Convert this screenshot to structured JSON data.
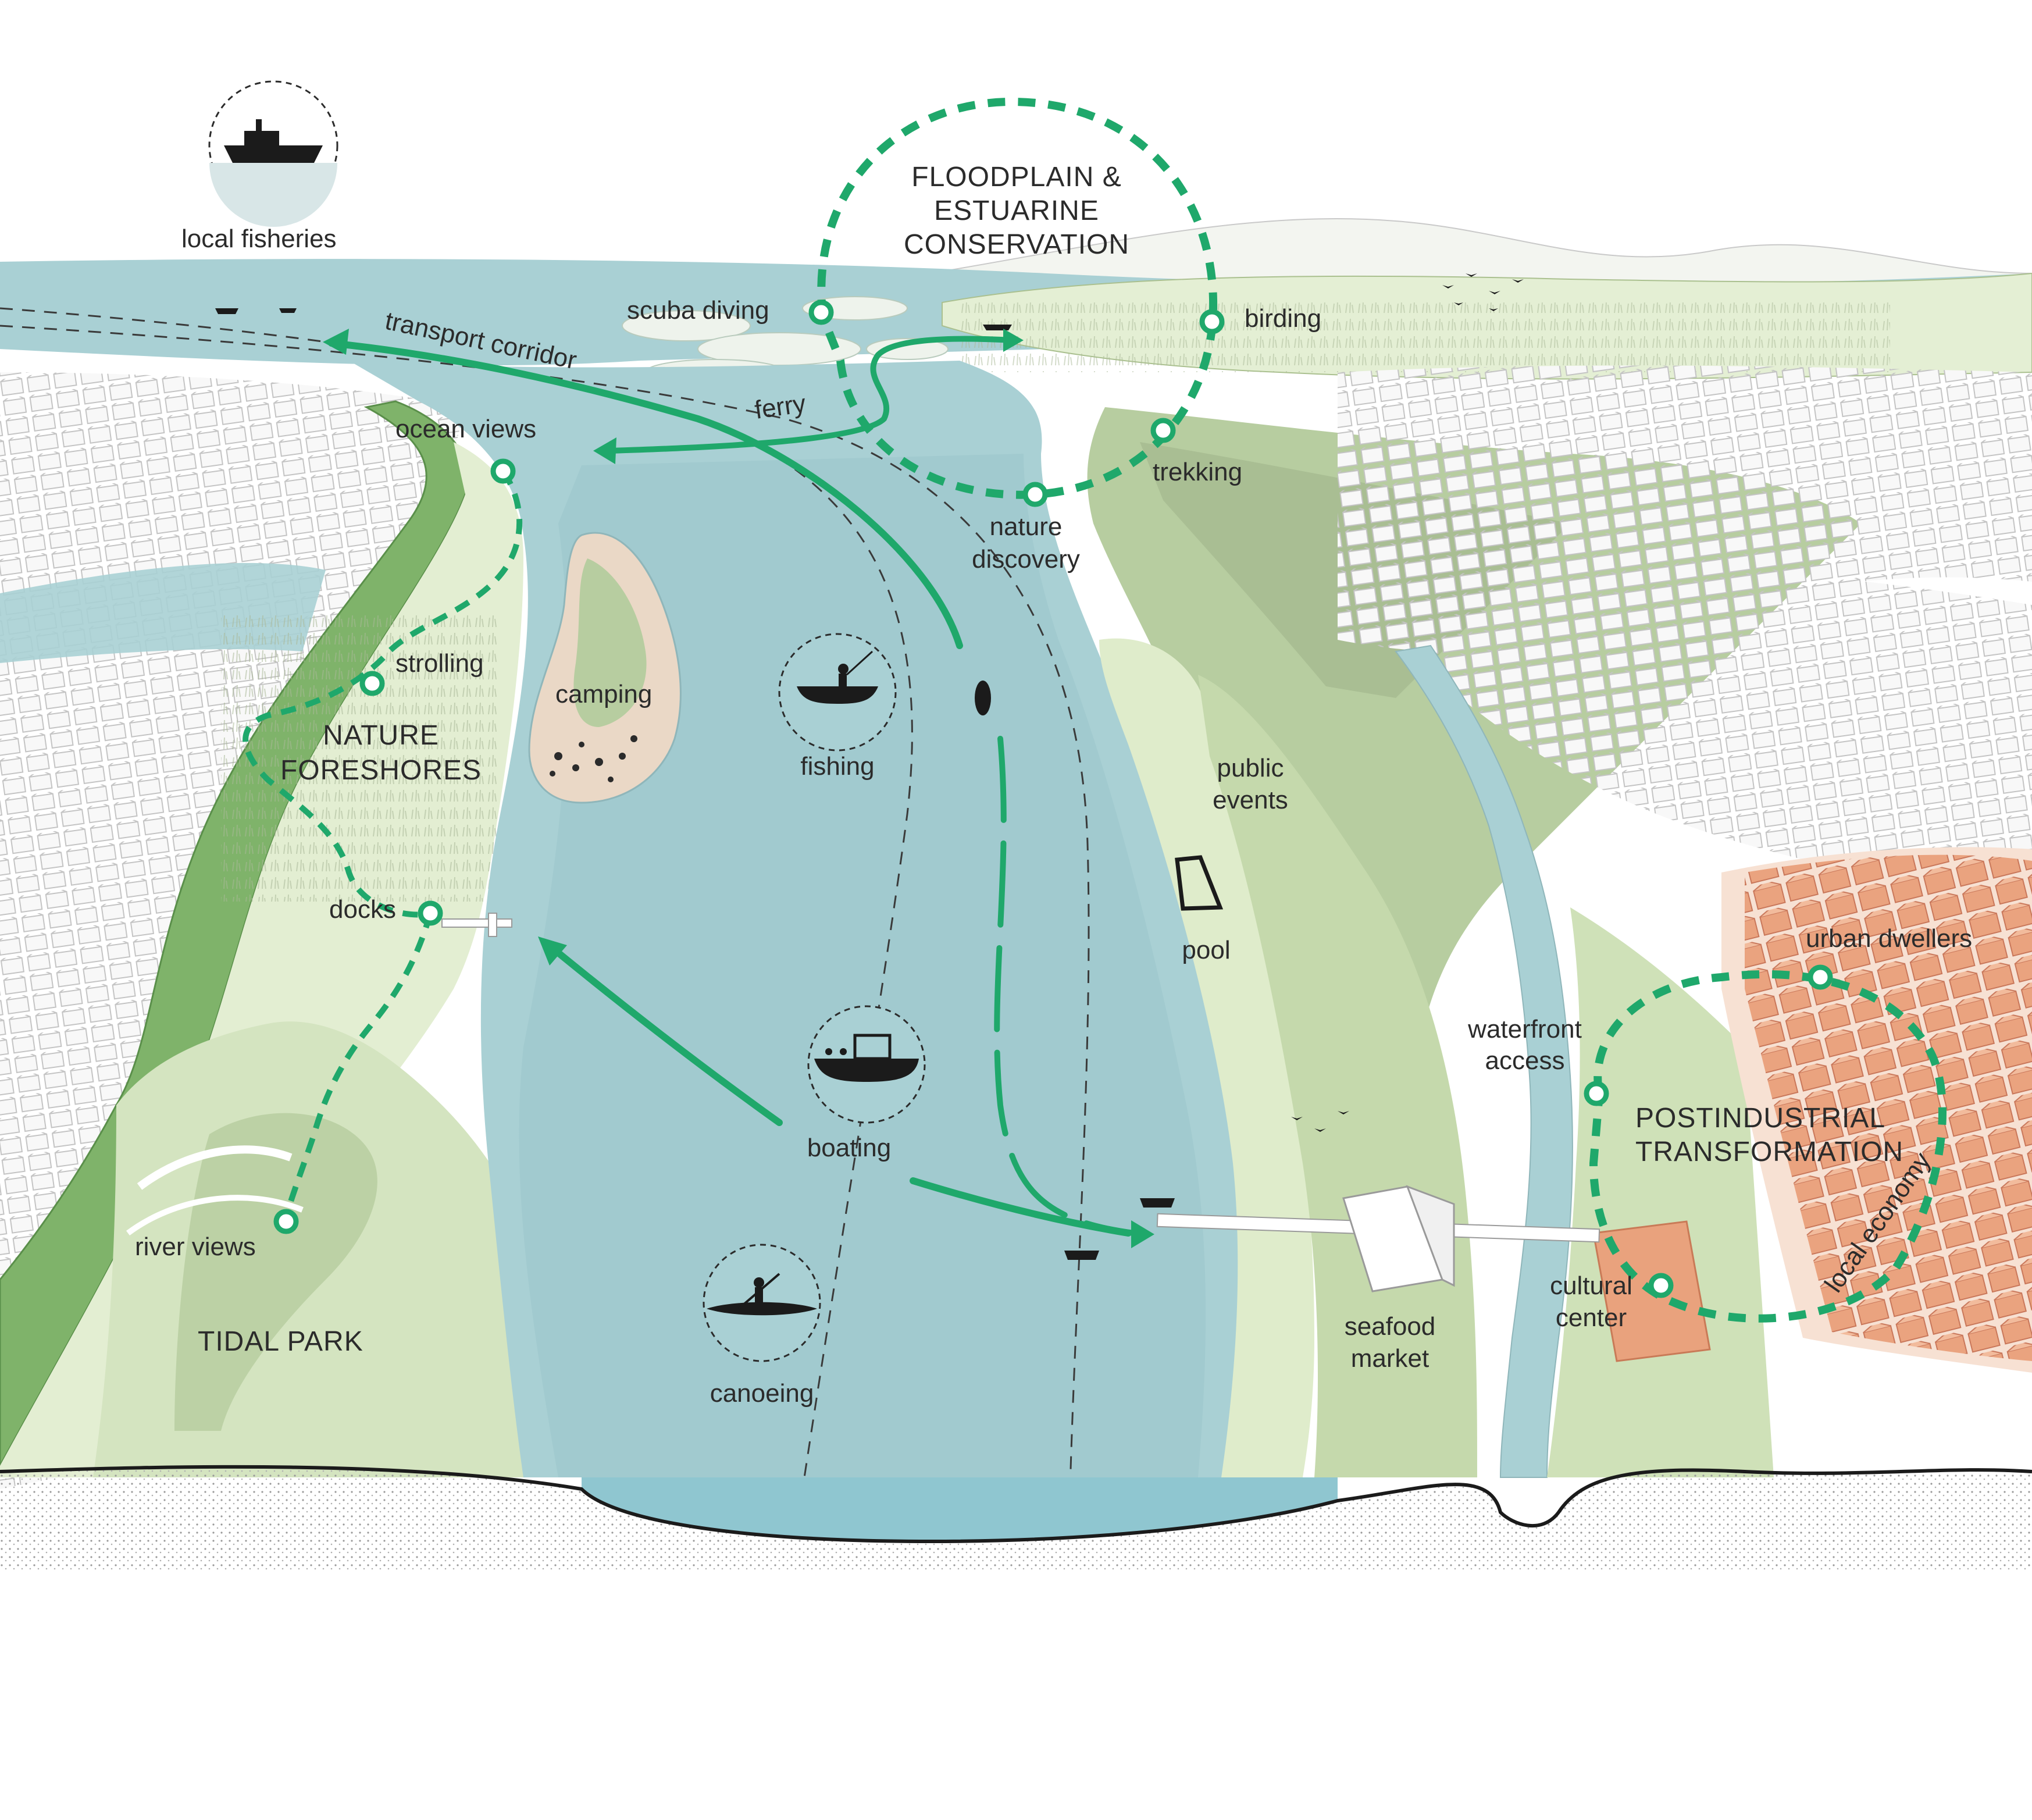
{
  "colors": {
    "route": "#1fa86b",
    "water": "#a9d0d4",
    "water_deep": "#8fc0c6",
    "land_light": "#e3eed2",
    "land_mid": "#c8dcae",
    "land_dark": "#9fb98c",
    "urban": "#e9a27d",
    "urban_light": "#f7e1d3",
    "island_sand": "#ead8c6",
    "sea_icon_bg": "#d8e6e7"
  },
  "labels": {
    "local_fisheries": "local fisheries",
    "floodplain_line1": "FLOODPLAIN &",
    "floodplain_line2": "ESTUARINE",
    "floodplain_line3": "CONSERVATION",
    "scuba_diving": "scuba diving",
    "birding": "birding",
    "transport_corridor": "transport corridor",
    "ferry": "ferry",
    "ocean_views": "ocean views",
    "trekking": "trekking",
    "nature_discovery_line1": "nature",
    "nature_discovery_line2": "discovery",
    "strolling": "strolling",
    "camping": "camping",
    "nature_foreshores_line1": "NATURE",
    "nature_foreshores_line2": "FORESHORES",
    "fishing": "fishing",
    "public_events_line1": "public",
    "public_events_line2": "events",
    "docks": "docks",
    "pool": "pool",
    "urban_dwellers": "urban dwellers",
    "waterfront_access_line1": "waterfront",
    "waterfront_access_line2": "access",
    "postindustrial_line1": "POSTINDUSTRIAL",
    "postindustrial_line2": "TRANSFORMATION",
    "boating": "boating",
    "river_views": "river views",
    "local_economy": "local economy",
    "cultural_center_line1": "cultural",
    "cultural_center_line2": "center",
    "seafood_market_line1": "seafood",
    "seafood_market_line2": "market",
    "tidal_park": "TIDAL PARK",
    "canoeing": "canoeing"
  },
  "icons": [
    "fishing-boat-icon",
    "rowboat-angler-icon",
    "motorboat-icon",
    "kayaker-icon",
    "bird-flock-icon",
    "pool-outline-icon"
  ]
}
